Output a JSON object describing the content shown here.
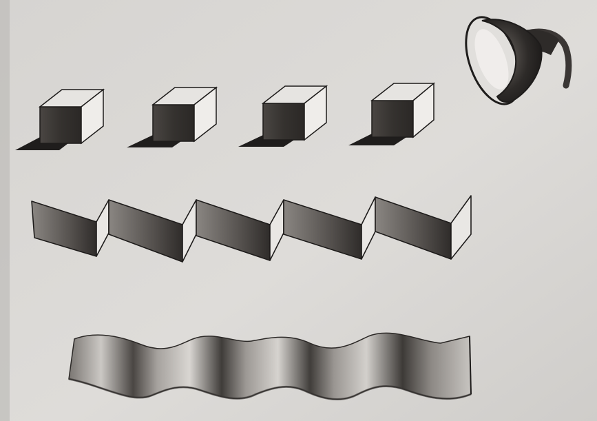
{
  "scene": {
    "caption": "",
    "paper_color": "#dcdad6",
    "light_source": {
      "icon": "desk-lamp-icon",
      "color": "#2f2c2a"
    },
    "rows": [
      {
        "kind": "cubes",
        "count": 4,
        "shadow": "cast-left"
      },
      {
        "kind": "zigzag-folded-strip",
        "panels": 5
      },
      {
        "kind": "wavy-ribbon",
        "waves": 4
      }
    ],
    "shading": {
      "dark": "#2a2826",
      "mid": "#6c6864",
      "light": "#c9c6c2",
      "edge": "#1e1c1b"
    }
  }
}
